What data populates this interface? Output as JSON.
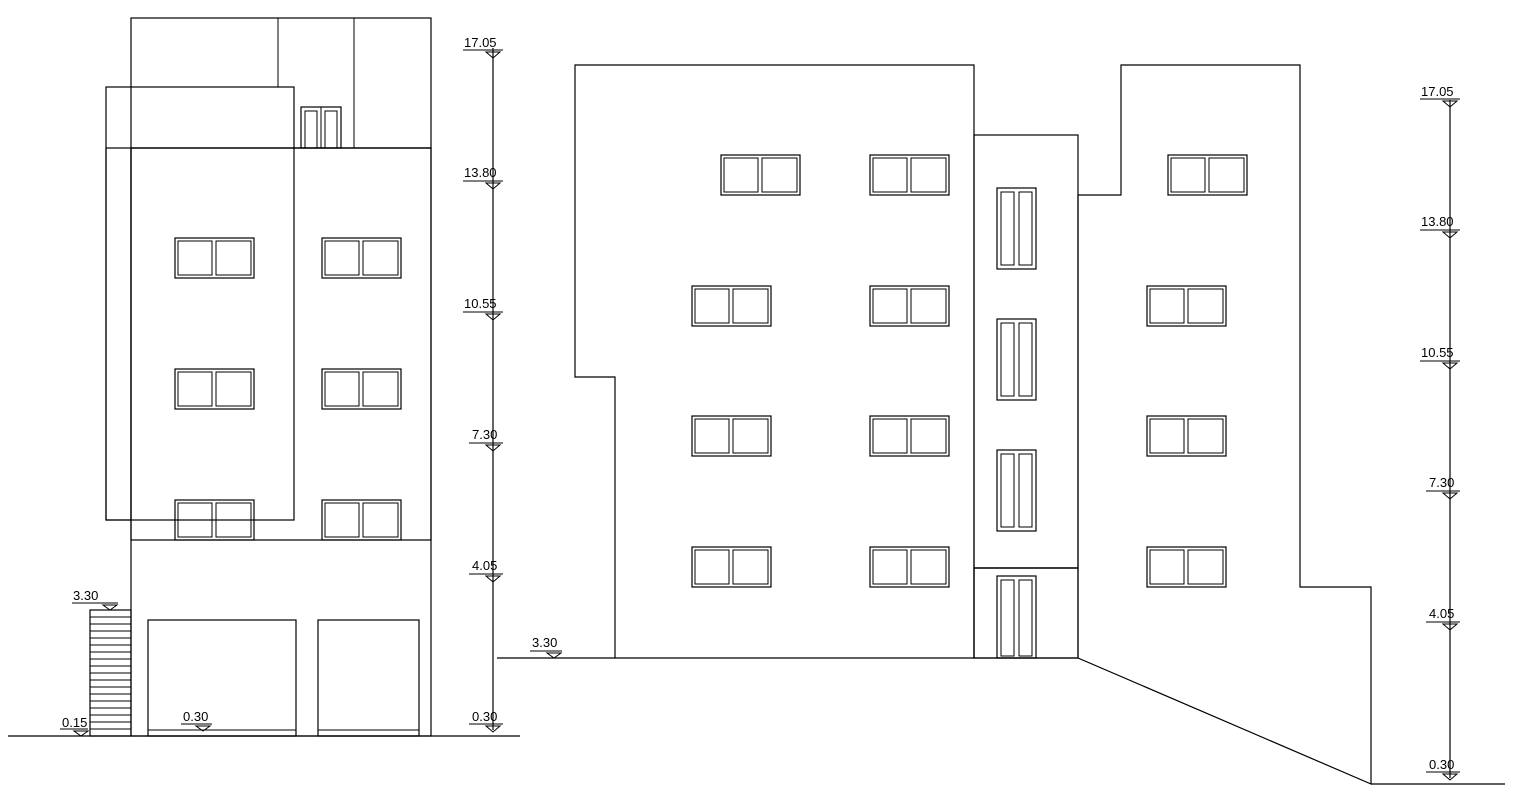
{
  "colors": {
    "line": "#000000",
    "background": "#ffffff",
    "hatch": "#000000"
  },
  "front_elevation": {
    "levels": [
      {
        "label": "17.05"
      },
      {
        "label": "13.80"
      },
      {
        "label": "10.55"
      },
      {
        "label": "7.30"
      },
      {
        "label": "4.05"
      },
      {
        "label": "0.30"
      }
    ],
    "extra_levels": {
      "stair_top": "3.30",
      "ground": "0.15",
      "shop_floor": "0.30"
    }
  },
  "side_elevation": {
    "levels": [
      {
        "label": "17.05"
      },
      {
        "label": "13.80"
      },
      {
        "label": "10.55"
      },
      {
        "label": "7.30"
      },
      {
        "label": "4.05"
      },
      {
        "label": "0.30"
      }
    ],
    "extra_levels": {
      "plinth": "3.30"
    }
  }
}
